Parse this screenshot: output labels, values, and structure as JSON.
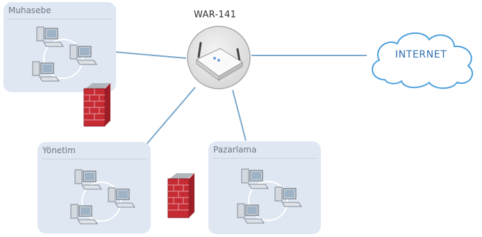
{
  "diagram": {
    "router": {
      "label": "WAR-141",
      "icon": "wireless-router-icon"
    },
    "internet": {
      "label": "INTERNET",
      "icon": "cloud-icon"
    },
    "groups": [
      {
        "id": "muhasebe",
        "label": "Muhasebe",
        "computers": 3
      },
      {
        "id": "yonetim",
        "label": "Yönetim",
        "computers": 3
      },
      {
        "id": "pazarlama",
        "label": "Pazarlama",
        "computers": 3
      }
    ],
    "firewalls": [
      {
        "near": "Muhasebe",
        "icon": "firewall-icon"
      },
      {
        "near": "Yönetim",
        "icon": "firewall-icon"
      }
    ],
    "colors": {
      "panel": "#dfe7f3",
      "link": "#79a7cb",
      "cloud_stroke": "#4a9fdc",
      "firewall": "#c62a33"
    }
  }
}
